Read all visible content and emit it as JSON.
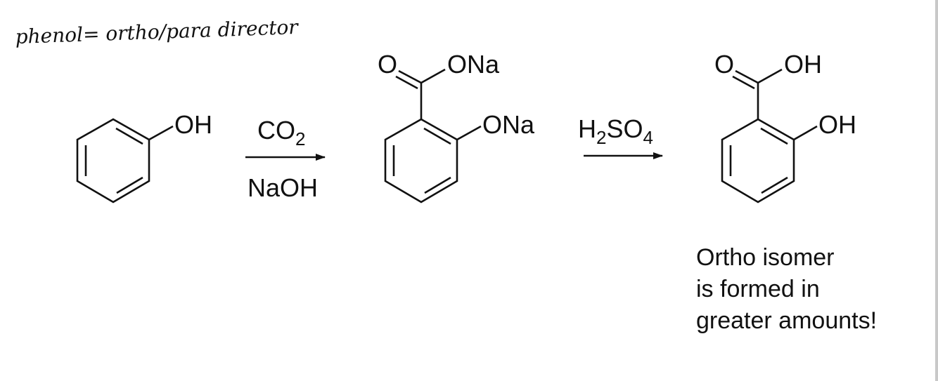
{
  "handwritten_note": "phenol= ortho/para director",
  "phenol": {
    "oh_label": "OH"
  },
  "arrow1": {
    "reagent_top_main": "CO",
    "reagent_top_sub": "2",
    "reagent_bottom": "NaOH"
  },
  "intermediate": {
    "carbonyl_o_label": "O",
    "carboxylate_label": "ONa",
    "phenoxide_label": "ONa"
  },
  "arrow2": {
    "reagent_h": "H",
    "reagent_h_sub": "2",
    "reagent_so": "SO",
    "reagent_so_sub": "4"
  },
  "product": {
    "carbonyl_o_label": "O",
    "acid_oh_label": "OH",
    "phenol_oh_label": "OH"
  },
  "note_lines": [
    "Ortho isomer",
    "is formed in",
    "greater amounts!"
  ]
}
